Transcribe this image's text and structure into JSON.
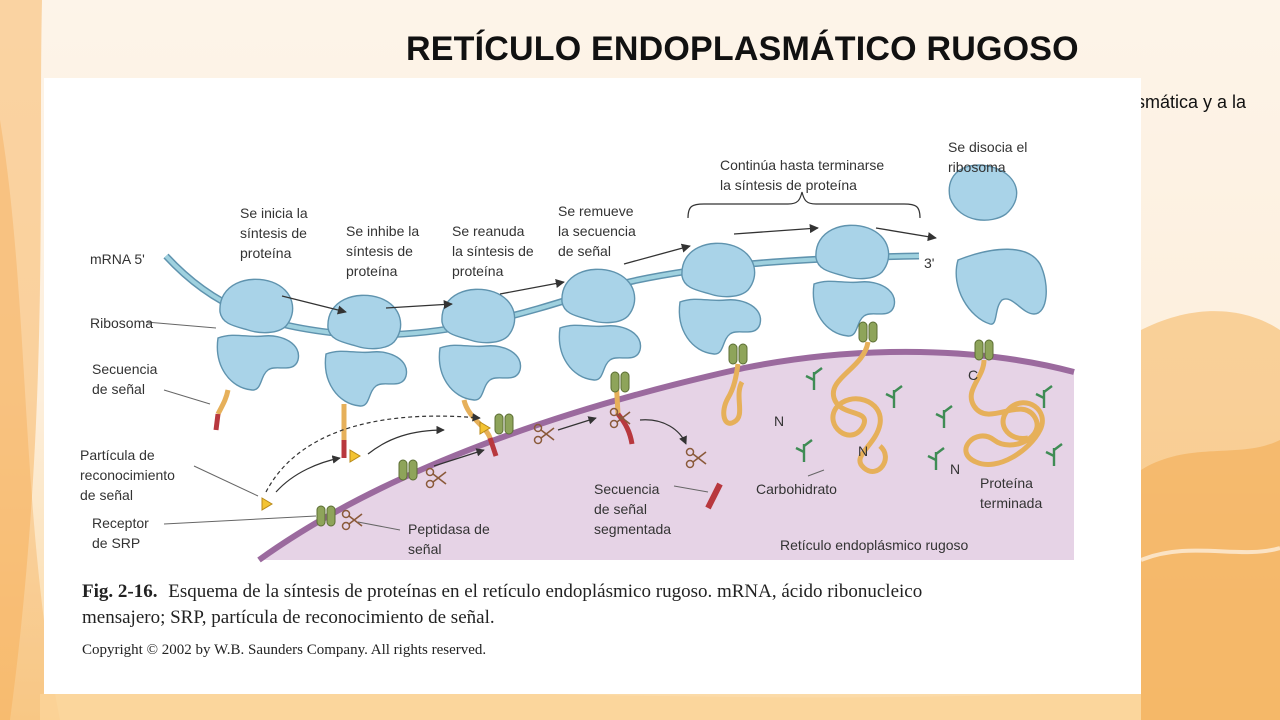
{
  "slide": {
    "title": "RETÍCULO ENDOPLASMÁTICO RUGOSO",
    "clipped_text": "smática y a la"
  },
  "figure": {
    "labels": {
      "mrna": "mRNA 5'",
      "three_prime": "3'",
      "ribosoma": "Ribosoma",
      "secuencia_1": "Secuencia",
      "secuencia_2": "de señal",
      "particula_1": "Partícula de",
      "particula_2": "reconocimiento",
      "particula_3": "de señal",
      "receptor_1": "Receptor",
      "receptor_2": "de SRP",
      "inicia_1": "Se inicia la",
      "inicia_2": "síntesis de",
      "inicia_3": "proteína",
      "inhibe_1": "Se inhibe la",
      "inhibe_2": "síntesis de",
      "inhibe_3": "proteína",
      "reanuda_1": "Se reanuda",
      "reanuda_2": "la síntesis de",
      "reanuda_3": "proteína",
      "remueve_1": "Se remueve",
      "remueve_2": "la secuencia",
      "remueve_3": "de señal",
      "continua_1": "Continúa hasta terminarse",
      "continua_2": "la síntesis de proteína",
      "disocia_1": "Se disocia el",
      "disocia_2": "ribosoma",
      "peptidasa_1": "Peptidasa de",
      "peptidasa_2": "señal",
      "segmentada_1": "Secuencia",
      "segmentada_2": "de señal",
      "segmentada_3": "segmentada",
      "carbohidrato": "Carbohidrato",
      "terminada_1": "Proteína",
      "terminada_2": "terminada",
      "reticulo": "Retículo endoplásmico rugoso",
      "n_terminal": "N",
      "c_terminal": "C"
    },
    "caption_lead": "Fig. 2-16.",
    "caption_line1": "Esquema de la síntesis de proteínas en el retículo endoplásmico rugoso. mRNA, ácido ribonucleico",
    "caption_line2": "mensajero; SRP, partícula de reconocimiento de señal.",
    "copyright": "Copyright © 2002 by W.B. Saunders Company. All rights reserved."
  },
  "colors": {
    "ribosome": "#a9d3e8",
    "ribosome_stroke": "#5f93ae",
    "mrna": "#9fd1df",
    "er_membrane": "#9b6a9e",
    "er_lumen": "#e6d3e6",
    "srp_receptor": "#8ea45a",
    "protein_chain": "#e6b05a",
    "signal_sequence": "#b8383e",
    "carbohydrate": "#3f8c55",
    "srp_particle": "#f3c332"
  }
}
